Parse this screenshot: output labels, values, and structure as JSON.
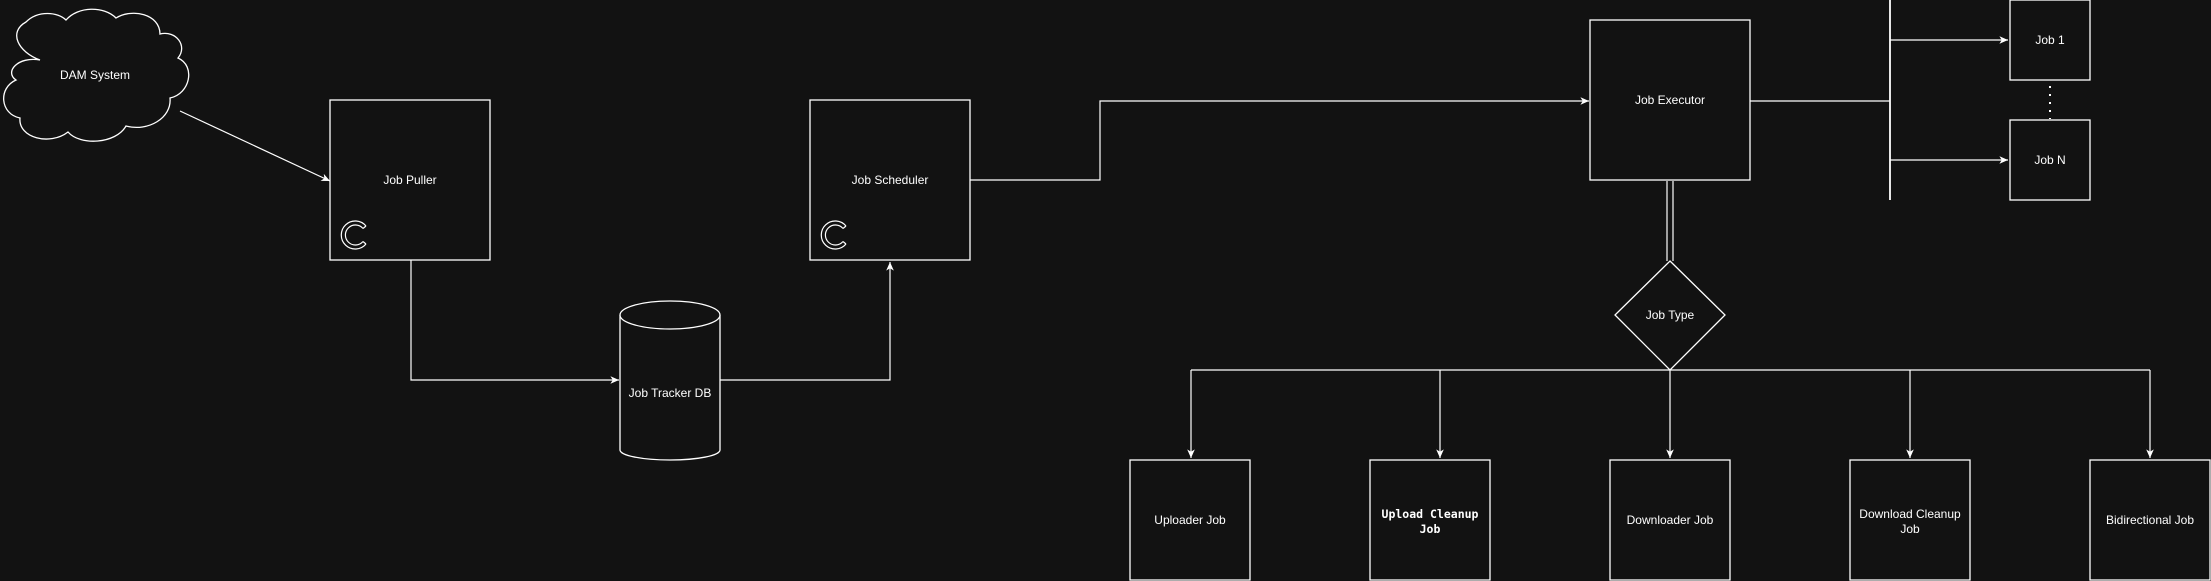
{
  "nodes": {
    "dam_system": "DAM System",
    "job_puller": "Job Puller",
    "job_tracker_db": "Job Tracker DB",
    "job_scheduler": "Job Scheduler",
    "job_executor": "Job Executor",
    "job_1": "Job 1",
    "job_n": "Job N",
    "job_type": "Job Type",
    "uploader_job": "Uploader Job",
    "upload_cleanup_job_line1": "Upload Cleanup",
    "upload_cleanup_job_line2": "Job",
    "downloader_job": "Downloader Job",
    "download_cleanup_job_line1": "Download Cleanup",
    "download_cleanup_job_line2": "Job",
    "bidirectional_job": "Bidirectional Job"
  },
  "icons": {
    "job_puller_icon": "refresh-icon",
    "job_scheduler_icon": "refresh-icon"
  },
  "colors": {
    "background": "#121212",
    "stroke": "#ffffff",
    "text": "#ffffff"
  }
}
